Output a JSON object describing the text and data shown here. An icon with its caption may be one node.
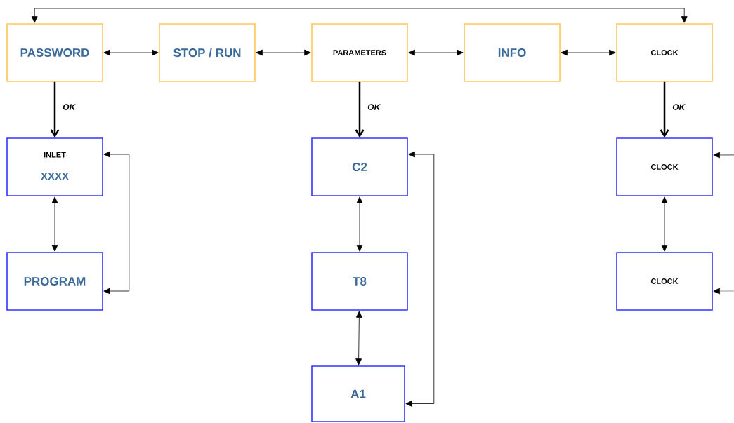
{
  "diagram": {
    "nodes": [
      {
        "text": [
          "PASSWORD"
        ]
      },
      {
        "text": [
          "STOP / RUN"
        ]
      },
      {
        "text": [
          "PARAMETERS"
        ]
      },
      {
        "text": [
          "INFO"
        ]
      },
      {
        "text": [
          "CLOCK"
        ]
      },
      {
        "text": [
          "INLET",
          "XXXX"
        ]
      },
      {
        "text": [
          "PROGRAM"
        ]
      },
      {
        "text": [
          "C2"
        ]
      },
      {
        "text": [
          "T8"
        ]
      },
      {
        "text": [
          "A1"
        ]
      },
      {
        "text": [
          "CLOCK"
        ]
      },
      {
        "text": [
          "CLOCK"
        ]
      }
    ],
    "edges": [
      {
        "from": 0,
        "to": 1,
        "arrow": "both"
      },
      {
        "from": 1,
        "to": 2,
        "arrow": "both"
      },
      {
        "from": 2,
        "to": 3,
        "arrow": "both"
      },
      {
        "from": 3,
        "to": 4,
        "arrow": "both"
      },
      {
        "from": 4,
        "to": 0,
        "arrow": "both"
      },
      {
        "from": 0,
        "to": 5,
        "arrow": "to",
        "style": "thick",
        "label": "OK"
      },
      {
        "from": 5,
        "to": 6,
        "arrow": "both"
      },
      {
        "from": 5,
        "to": 6,
        "arrow": "both"
      },
      {
        "from": 2,
        "to": 7,
        "arrow": "to",
        "style": "thick",
        "label": "OK"
      },
      {
        "from": 7,
        "to": 8,
        "arrow": "both"
      },
      {
        "from": 8,
        "to": 9,
        "arrow": "both"
      },
      {
        "from": 7,
        "to": 9,
        "arrow": "both"
      },
      {
        "from": 4,
        "to": 10,
        "arrow": "to",
        "style": "thick",
        "label": "OK"
      },
      {
        "from": 10,
        "to": 11,
        "arrow": "both"
      },
      {
        "from": null,
        "to": 10,
        "arrow": "to"
      },
      {
        "from": null,
        "to": 11,
        "arrow": "to"
      }
    ]
  }
}
